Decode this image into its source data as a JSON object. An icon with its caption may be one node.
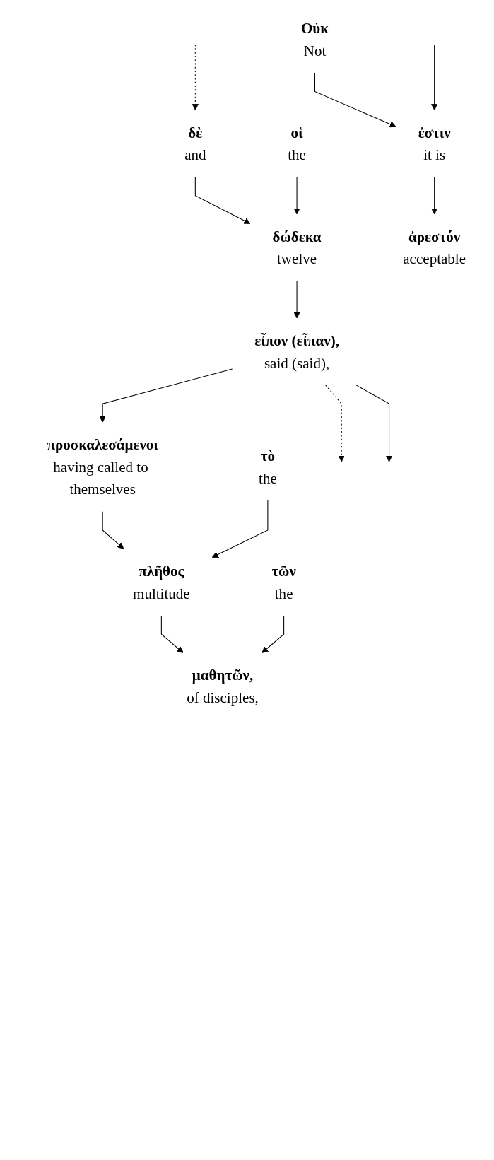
{
  "diagram": {
    "nodes": [
      {
        "text": [
          "δὲ",
          "and"
        ]
      },
      {
        "text": [
          "οἱ",
          "the"
        ]
      },
      {
        "text": [
          "δώδεκα",
          "twelve"
        ]
      },
      {
        "text": [
          "προσκαλεσάμενοι",
          "having called to themselves"
        ]
      },
      {
        "text": [
          "τὸ",
          "the"
        ]
      },
      {
        "text": [
          "πλῆθος",
          "multitude"
        ]
      },
      {
        "text": [
          "τῶν",
          "the"
        ]
      },
      {
        "text": [
          "μαθητῶν,",
          "of disciples,"
        ]
      },
      {
        "text": [
          "εἶπον (εἶπαν),",
          "said (said),"
        ]
      },
      {
        "text": [
          "Οὐκ",
          "Not"
        ]
      },
      {
        "text": [
          "ἀρεστόν",
          "acceptable"
        ]
      },
      {
        "text": [
          "ἐστιν",
          "it is"
        ]
      }
    ],
    "edges": [
      {
        "from": null,
        "to": 0,
        "arrow": "to",
        "style": "dashed"
      },
      {
        "from": 0,
        "to": 2,
        "arrow": "to"
      },
      {
        "from": 1,
        "to": 2,
        "arrow": "to"
      },
      {
        "from": 2,
        "to": 8,
        "arrow": "to"
      },
      {
        "from": 8,
        "to": 3,
        "arrow": "to"
      },
      {
        "from": 3,
        "to": 5,
        "arrow": "to"
      },
      {
        "from": 4,
        "to": 5,
        "arrow": "to"
      },
      {
        "from": 5,
        "to": 7,
        "arrow": "to"
      },
      {
        "from": 6,
        "to": 7,
        "arrow": "to"
      },
      {
        "from": 8,
        "to": null,
        "arrow": "to",
        "style": "dashed"
      },
      {
        "from": 8,
        "to": null,
        "arrow": "to"
      },
      {
        "from": 9,
        "to": 11,
        "arrow": "to"
      },
      {
        "from": 11,
        "to": 10,
        "arrow": "to"
      },
      {
        "from": null,
        "to": 11,
        "arrow": "to"
      }
    ]
  }
}
